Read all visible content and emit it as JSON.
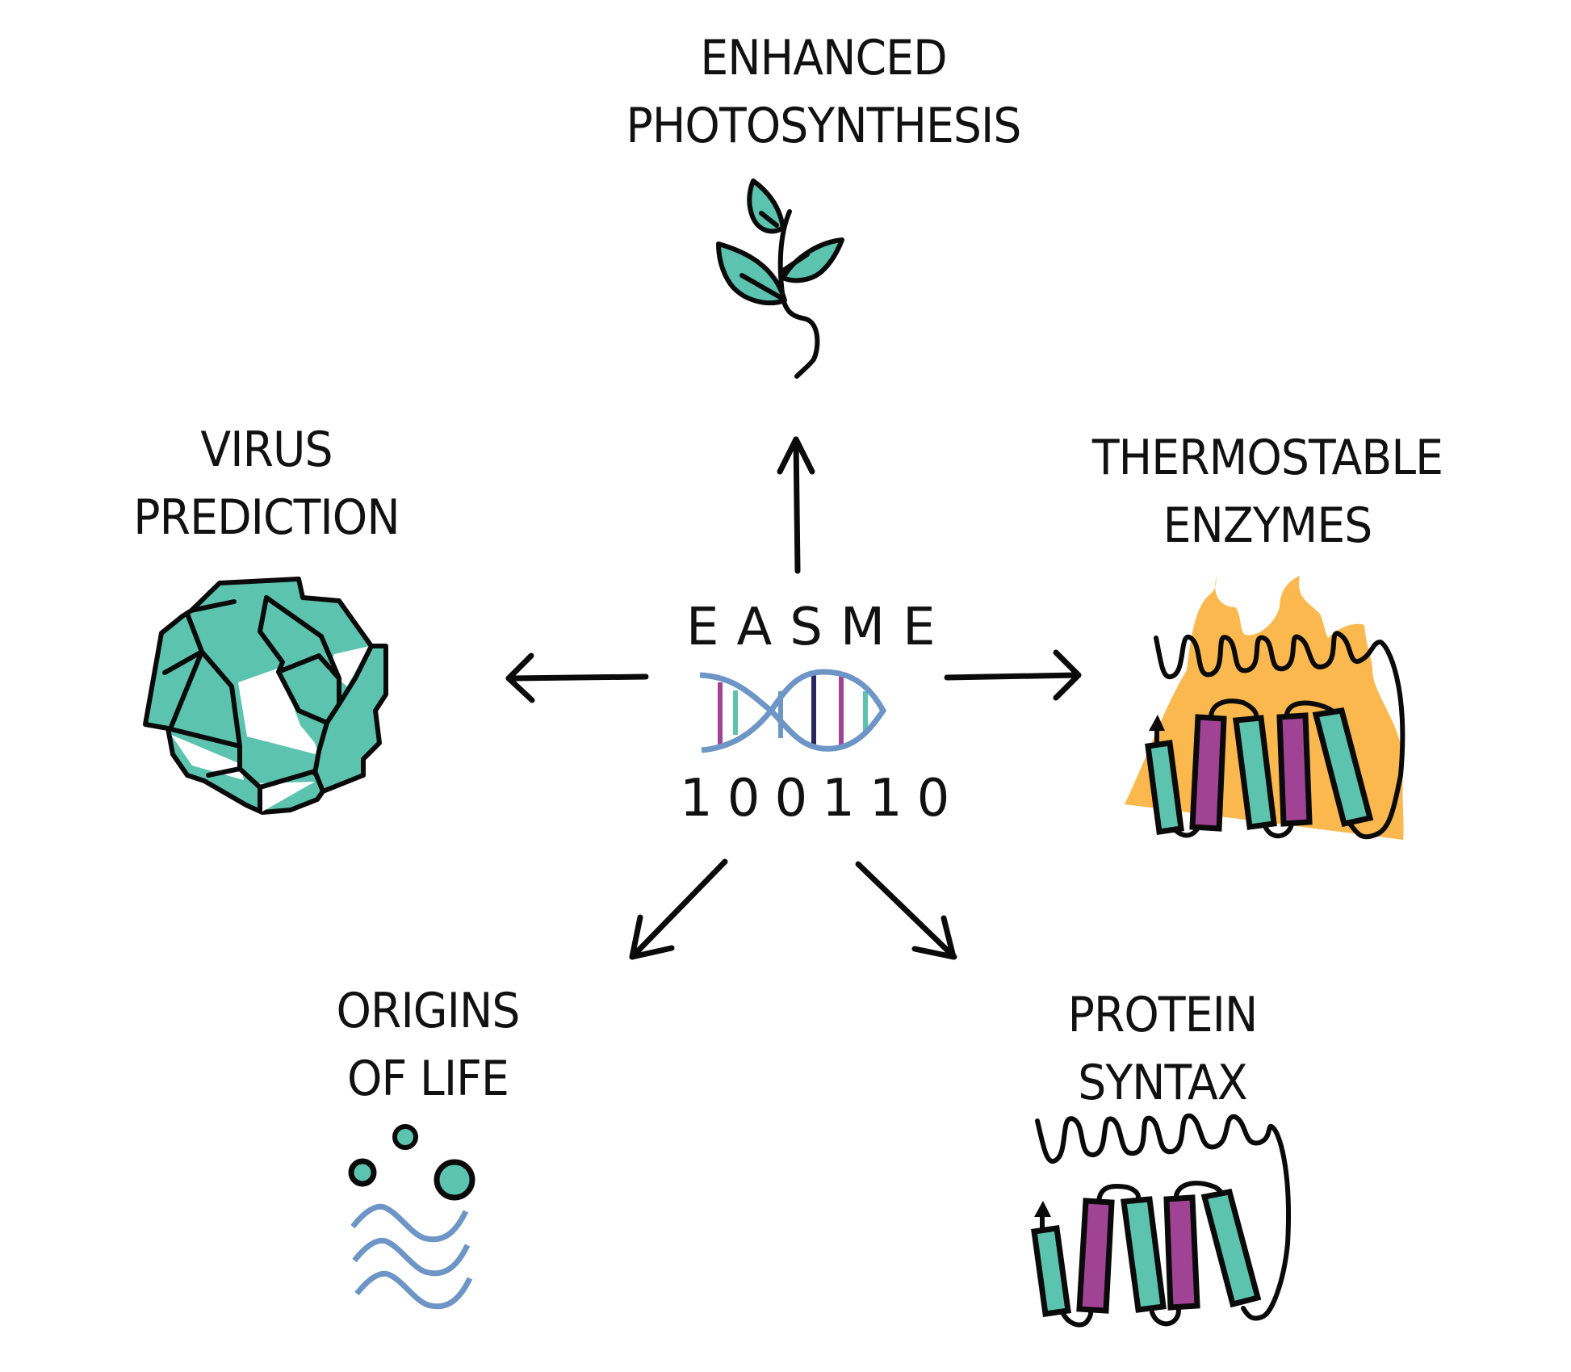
{
  "diagram": {
    "center": {
      "title": "EASME",
      "binary": "100110",
      "icon": "dna-helix-icon"
    },
    "nodes": [
      {
        "id": "photosynthesis",
        "lines": [
          "ENHANCED",
          "PHOTOSYNTHESIS"
        ],
        "icon": "plant-sprout-icon",
        "direction": "up"
      },
      {
        "id": "virus",
        "lines": [
          "VIRUS",
          "PREDICTION"
        ],
        "icon": "virus-capsid-icon",
        "direction": "left"
      },
      {
        "id": "thermostable",
        "lines": [
          "THERMOSTABLE",
          "ENZYMES"
        ],
        "icon": "protein-on-fire-icon",
        "direction": "right"
      },
      {
        "id": "origins",
        "lines": [
          "ORIGINS",
          "OF LIFE"
        ],
        "icon": "primordial-soup-icon",
        "direction": "down-left"
      },
      {
        "id": "syntax",
        "lines": [
          "PROTEIN",
          "SYNTAX"
        ],
        "icon": "protein-structure-icon",
        "direction": "down-right"
      }
    ],
    "colors": {
      "teal": "#5cc4ae",
      "purple": "#a14395",
      "navy": "#2a2660",
      "blue": "#6d96c6",
      "orange": "#fbb84e",
      "ink": "#0a0a0a"
    }
  }
}
